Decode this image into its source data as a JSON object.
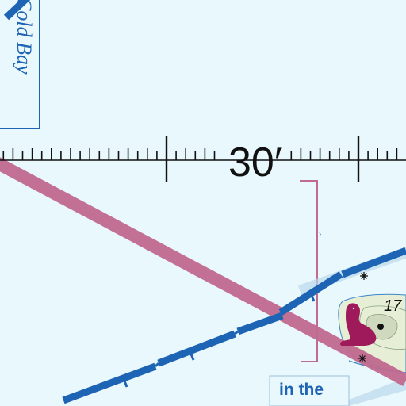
{
  "map": {
    "place_label": "Cold Bay",
    "minute_label": "30′",
    "elevation_label": "17",
    "water_label": "in the"
  },
  "colors": {
    "water": "#e9f8fc",
    "class_e_boundary": "#1e64b4",
    "military_route": "#c06a8f",
    "land": "#e6efd6",
    "special_use": "#c06a8f",
    "seal_symbol": "#9e1a5a",
    "ink": "#111111"
  },
  "icons": {
    "seal": "seal-icon",
    "obstruction": "obstruction-star-icon"
  }
}
